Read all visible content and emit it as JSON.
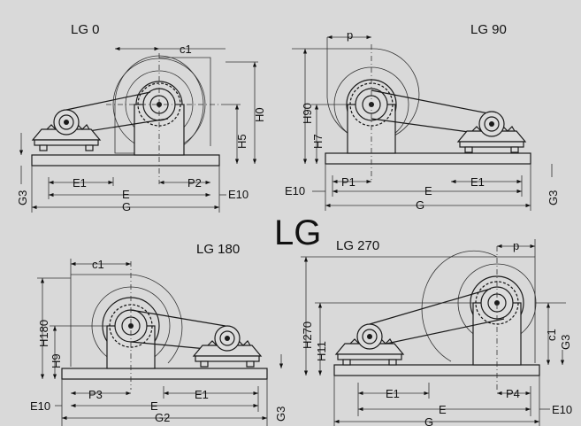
{
  "main_title": "LG",
  "views": [
    {
      "title": "LG 0",
      "labels": {
        "c1": "c1",
        "H0": "H0",
        "H5": "H5",
        "G3": "G3",
        "E1": "E1",
        "P2": "P2",
        "E": "E",
        "E10": "E10",
        "G": "G"
      }
    },
    {
      "title": "LG 90",
      "labels": {
        "p": "p",
        "H90": "H90",
        "H7": "H7",
        "E10": "E10",
        "P1": "P1",
        "E": "E",
        "E1": "E1",
        "G": "G",
        "G3": "G3"
      }
    },
    {
      "title": "LG 180",
      "labels": {
        "c1": "c1",
        "H180": "H180",
        "H9": "H9",
        "P3": "P3",
        "E1": "E1",
        "E10": "E10",
        "E": "E",
        "G2": "G2",
        "G3": "G3"
      }
    },
    {
      "title": "LG 270",
      "labels": {
        "p": "p",
        "H270": "H270",
        "H11": "H11",
        "c1": "c1",
        "G3": "G3",
        "E1": "E1",
        "P4": "P4",
        "E": "E",
        "E10": "E10",
        "G": "G"
      }
    }
  ]
}
